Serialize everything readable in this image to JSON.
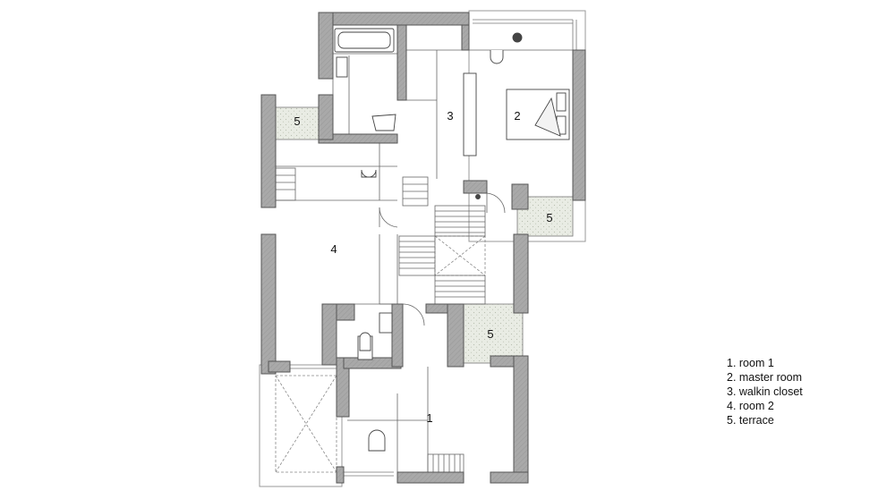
{
  "rooms": {
    "r1": "1",
    "r2": "2",
    "r3": "3",
    "r4": "4",
    "t_top_left": "5",
    "t_right": "5",
    "t_mid": "5"
  },
  "legend": [
    "1. room 1",
    "2. master room",
    "3. walkin closet",
    "4. room 2",
    "5. terrace"
  ]
}
